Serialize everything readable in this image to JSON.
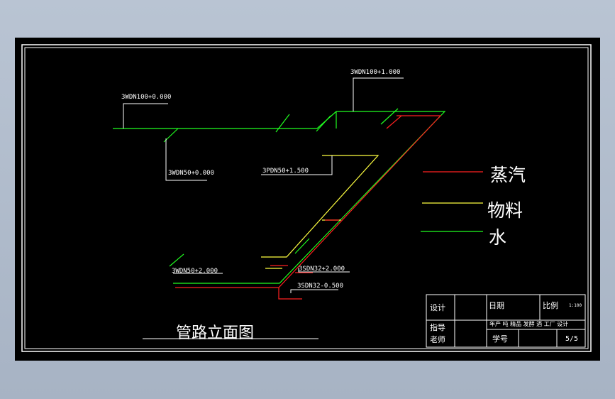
{
  "title": "管路立面图",
  "colors": {
    "steam": "#ff2020",
    "material": "#ffff40",
    "water": "#20ff20",
    "frame": "#ffffff"
  },
  "legend": [
    {
      "label": "蒸汽",
      "color": "#ff2020"
    },
    {
      "label": "物料",
      "color": "#ffff40"
    },
    {
      "label": "水",
      "color": "#20ff20"
    }
  ],
  "labels": {
    "w1": "3WDN100+1.000",
    "w2": "3WDN100+0.000",
    "w3": "3WDN50+0.000",
    "p1": "3PDN50+1.500",
    "w4": "3WDN50+2.000",
    "s1": "3SDN32+2.000",
    "s2": "3SDN32-0.500"
  },
  "title_block": {
    "design": "设计",
    "date": "日期",
    "scale_label": "比例",
    "scale_value": "1:100",
    "advisor": "指导\n老师",
    "project": "年产 吨 精品 发酵 酒 工厂 设计",
    "student_no": "学号",
    "sheet": "5/5"
  }
}
